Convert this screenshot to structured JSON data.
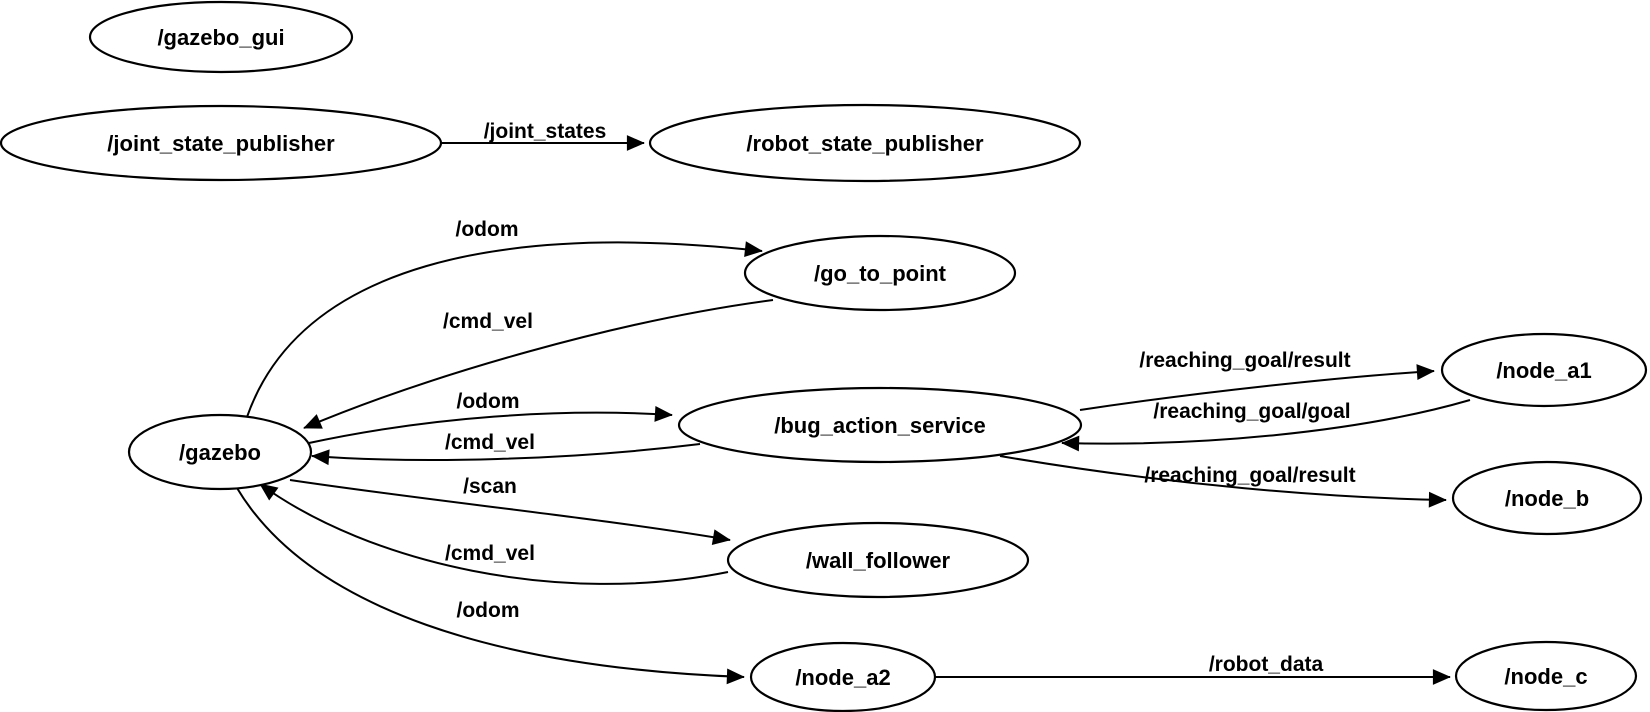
{
  "diagram": {
    "kind": "ros-node-graph",
    "background_color": "#ffffff",
    "node_fill_color": "#ffffff",
    "stroke_color": "#000000",
    "text_color": "#000000",
    "nodes": [
      {
        "id": "gazebo_gui",
        "label": "/gazebo_gui"
      },
      {
        "id": "joint_state_publisher",
        "label": "/joint_state_publisher"
      },
      {
        "id": "robot_state_publisher",
        "label": "/robot_state_publisher"
      },
      {
        "id": "gazebo",
        "label": "/gazebo"
      },
      {
        "id": "go_to_point",
        "label": "/go_to_point"
      },
      {
        "id": "bug_action_service",
        "label": "/bug_action_service"
      },
      {
        "id": "node_a1",
        "label": "/node_a1"
      },
      {
        "id": "node_b",
        "label": "/node_b"
      },
      {
        "id": "wall_follower",
        "label": "/wall_follower"
      },
      {
        "id": "node_a2",
        "label": "/node_a2"
      },
      {
        "id": "node_c",
        "label": "/node_c"
      }
    ],
    "edges": [
      {
        "from": "joint_state_publisher",
        "to": "robot_state_publisher",
        "label": "/joint_states"
      },
      {
        "from": "gazebo",
        "to": "go_to_point",
        "label": "/odom"
      },
      {
        "from": "go_to_point",
        "to": "gazebo",
        "label": "/cmd_vel"
      },
      {
        "from": "gazebo",
        "to": "bug_action_service",
        "label": "/odom"
      },
      {
        "from": "bug_action_service",
        "to": "gazebo",
        "label": "/cmd_vel"
      },
      {
        "from": "gazebo",
        "to": "wall_follower",
        "label": "/scan"
      },
      {
        "from": "wall_follower",
        "to": "gazebo",
        "label": "/cmd_vel"
      },
      {
        "from": "gazebo",
        "to": "node_a2",
        "label": "/odom"
      },
      {
        "from": "bug_action_service",
        "to": "node_a1",
        "label": "/reaching_goal/result"
      },
      {
        "from": "node_a1",
        "to": "bug_action_service",
        "label": "/reaching_goal/goal"
      },
      {
        "from": "bug_action_service",
        "to": "node_b",
        "label": "/reaching_goal/result"
      },
      {
        "from": "node_a2",
        "to": "node_c",
        "label": "/robot_data"
      }
    ]
  }
}
